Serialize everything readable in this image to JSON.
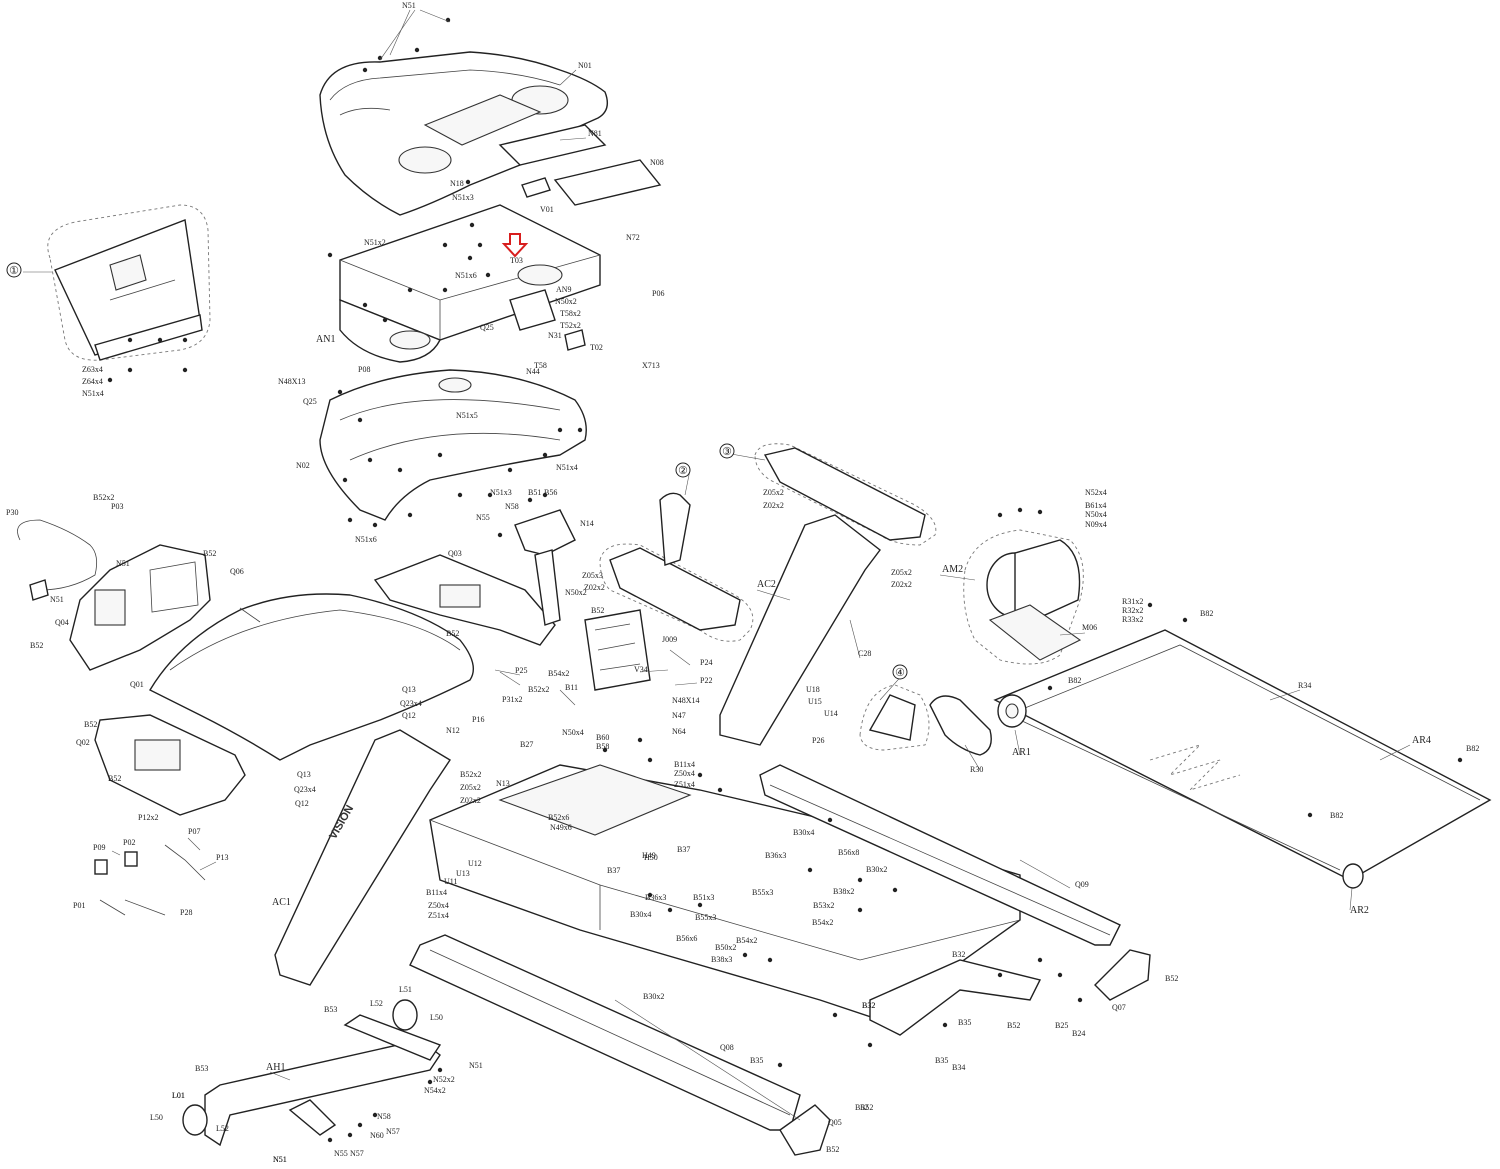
{
  "diagram": {
    "type": "exploded-parts-diagram",
    "brand_text": "VISION",
    "callouts": [
      "①",
      "②",
      "③",
      "④"
    ],
    "highlight_part": "T03",
    "highlight_color": "#d81e1e",
    "labels": {
      "N51": "N51",
      "N01": "N01",
      "N81": "N81",
      "N08": "N08",
      "N18": "N18",
      "N51x3": "N51x3",
      "V01": "V01",
      "N72": "N72",
      "T03": "T03",
      "N51x2": "N51x2",
      "N51x6": "N51x6",
      "P06": "P06",
      "AN9": "AN9",
      "N50x2": "N50x2",
      "T58x2": "T58x2",
      "T52x2": "T52x2",
      "N31": "N31",
      "T02": "T02",
      "N44": "N44",
      "T58": "T58",
      "X713": "X713",
      "Q25": "Q25",
      "AN1": "AN1",
      "P08": "P08",
      "N48X13": "N48X13",
      "Q25b": "Q25",
      "N51x5": "N51x5",
      "N02": "N02",
      "N51x4": "N51x4",
      "N51x3b": "N51x3",
      "N51x6b": "N51x6",
      "Z63x4": "Z63x4",
      "Z64x4": "Z64x4",
      "N51x4b": "N51x4",
      "B51": "B51",
      "B56": "B56",
      "N58": "N58",
      "N55": "N55",
      "N14": "N14",
      "B52x2": "B52x2",
      "P03": "P03",
      "P30": "P30",
      "N51b": "N51",
      "B52": "B52",
      "Q06": "Q06",
      "N51c": "N51",
      "Q04": "Q04",
      "B52b": "B52",
      "Q03": "Q03",
      "B52c": "B52",
      "Z05x3": "Z05x3",
      "Z02x2": "Z02x2",
      "N50x2b": "N50x2",
      "B52d": "B52",
      "J009": "J009",
      "V34": "V34",
      "P24": "P24",
      "P22": "P22",
      "P25": "P25",
      "B54x2": "B54x2",
      "B52x2b": "B52x2",
      "P31x2": "P31x2",
      "B11": "B11",
      "N48X14": "N48X14",
      "N47": "N47",
      "Q01": "Q01",
      "Q13": "Q13",
      "Q23x4": "Q23x4",
      "Q12": "Q12",
      "P16": "P16",
      "N12": "N12",
      "B27": "B27",
      "N50x4": "N50x4",
      "B60": "B60",
      "B58": "B58",
      "N64": "N64",
      "B52e": "B52",
      "Q02": "Q02",
      "B52f": "B52",
      "Q13b": "Q13",
      "Q23x4b": "Q23x4",
      "Q12b": "Q12",
      "B52x2c": "B52x2",
      "Z05x2": "Z05x2",
      "Z02x2b": "Z02x2",
      "N13": "N13",
      "B52x6": "B52x6",
      "N49x6": "N49x6",
      "B11x4": "B11x4",
      "Z50x4": "Z50x4",
      "Z51x4": "Z51x4",
      "H50": "H50",
      "H49": "H49",
      "B37": "B37",
      "B37b": "B37",
      "P12x2": "P12x2",
      "P07": "P07",
      "P09": "P09",
      "P02": "P02",
      "P13": "P13",
      "P01": "P01",
      "P28": "P28",
      "U12": "U12",
      "U13": "U13",
      "U11": "U11",
      "B11x4b": "B11x4",
      "Z50x4b": "Z50x4",
      "Z51x4b": "Z51x4",
      "AC1": "AC1",
      "AC2": "AC2",
      "C28": "C28",
      "Z05x2b": "Z05x2",
      "Z02x2c": "Z02x2",
      "Z05x2c": "Z05x2",
      "Z02x2d": "Z02x2",
      "U18": "U18",
      "U15": "U15",
      "U14": "U14",
      "P26": "P26",
      "R30": "R30",
      "AM2": "AM2",
      "N52x4": "N52x4",
      "B61x4": "B61x4",
      "N50x4b": "N50x4",
      "N09x4": "N09x4",
      "M06": "M06",
      "R31x2": "R31x2",
      "R32x2": "R32x2",
      "R33x2": "R33x2",
      "B82": "B82",
      "R34": "R34",
      "B82b": "B82",
      "AR1": "AR1",
      "AR4": "AR4",
      "B82c": "B82",
      "B82d": "B82",
      "AR2": "AR2",
      "Q09": "Q09",
      "B30x4": "B30x4",
      "B56x8": "B56x8",
      "B36x3": "B36x3",
      "B55x3": "B55x3",
      "B30x2": "B30x2",
      "B38x2": "B38x2",
      "B53x2": "B53x2",
      "B54x2b": "B54x2",
      "B36x3b": "B36x3",
      "B51x3": "B51x3",
      "B30x4b": "B30x4",
      "B56x6": "B56x6",
      "B55x3b": "B55x3",
      "B50x2": "B50x2",
      "B54x2c": "B54x2",
      "B38x3": "B38x3",
      "B32": "B32",
      "B32b": "B32",
      "B52g": "B52",
      "Q07": "Q07",
      "B52h": "B52",
      "B25": "B25",
      "B24": "B24",
      "B30x2b": "B30x2",
      "B32c": "B32",
      "B35": "B35",
      "B52i": "B52",
      "Q08": "Q08",
      "B35b": "B35",
      "B35c": "B35",
      "B34": "B34",
      "B52j": "B52",
      "Q05": "Q05",
      "B52k": "B52",
      "L51": "L51",
      "B53": "B53",
      "L52": "L52",
      "L50": "L50",
      "L01": "L01",
      "AH1": "AH1",
      "N51d": "N51",
      "N52x2": "N52x2",
      "N54x2": "N54x2",
      "N58b": "N58",
      "N60": "N60",
      "N57": "N57",
      "N55b": "N55",
      "N57b": "N57",
      "N51e": "N51",
      "B53b": "B53",
      "L01b": "L01",
      "L50b": "L50",
      "L52b": "L52",
      "N51f": "N51"
    }
  }
}
